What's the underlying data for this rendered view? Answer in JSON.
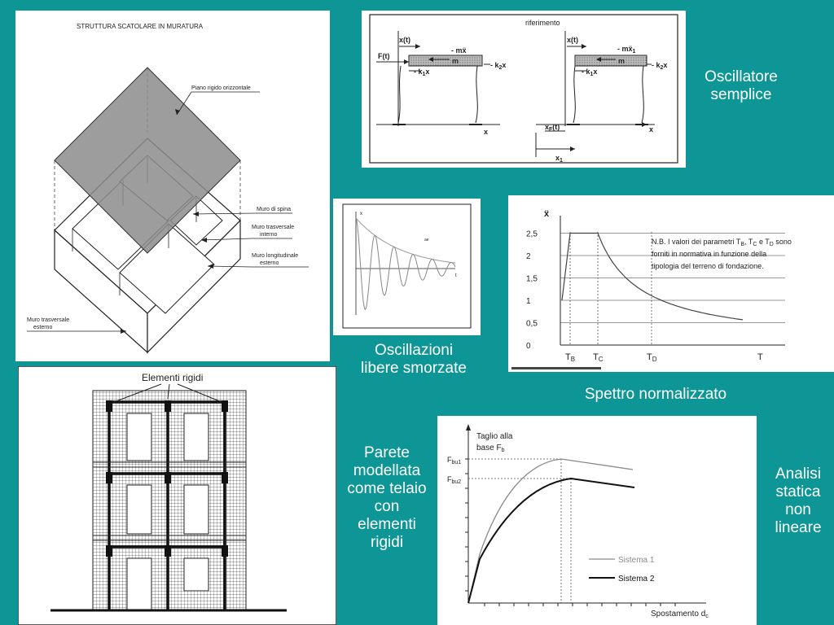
{
  "masonry": {
    "title": "STRUTTURA SCATOLARE IN MURATURA",
    "labels": {
      "plane": "Piano rigido orizzontale",
      "spine": "Muro di spina",
      "trans_int_1": "Muro trasversale",
      "trans_int_2": "interno",
      "long_ext_1": "Muro longitudinale",
      "long_ext_2": "esterno",
      "trans_ext_1": "Muro trasversale",
      "trans_ext_2": "esterno"
    }
  },
  "oscillator": {
    "ref_label": "riferimento",
    "xt": "x(t)",
    "ft": "F(t)",
    "mass": "m",
    "inertia_left": "- mẍ",
    "inertia_right": "- mẍ",
    "inertia_right_sub": "1",
    "k1_label": "- k",
    "k1_sub": "1",
    "k2_label": "- k",
    "k2_sub": "2",
    "x_var": "x",
    "x_axis": "x",
    "xf_label": "x",
    "xf_sub": "F",
    "xf_tail": "(t)",
    "x1_label": "x",
    "x1_sub": "1"
  },
  "captions": {
    "oscillator": [
      "Oscillatore",
      "semplice"
    ],
    "damped": [
      "Oscillazioni",
      "libere smorzate"
    ],
    "spectrum": "Spettro normalizzato",
    "wall": [
      "Parete",
      "modellata",
      "come telaio",
      "con",
      "elementi",
      "rigidi"
    ],
    "pushover": [
      "Analisi",
      "statica",
      "non",
      "lineare"
    ]
  },
  "damped": {
    "y_label": "x",
    "t_label": "t",
    "envelope_label": "ae"
  },
  "spectrum": {
    "y_label": "ẍ",
    "y_ticks": [
      "2,5",
      "2",
      "1,5",
      "1",
      "0,5",
      "0"
    ],
    "x_ticks": [
      {
        "main": "T",
        "sub": "B"
      },
      {
        "main": "T",
        "sub": "C"
      },
      {
        "main": "T",
        "sub": "D"
      },
      {
        "main": "T",
        "sub": ""
      }
    ],
    "note": [
      "N.B. I valori dei parametri T",
      "B",
      ", T",
      "C",
      " e T",
      "D",
      " sono",
      "forniti  in  normativa  in funzione della",
      "tipologia del terreno di fondazione."
    ]
  },
  "wall_frame": {
    "title": "Elementi rigidi"
  },
  "pushover": {
    "y_title_1": "Taglio alla",
    "y_title_2": "base  F",
    "y_title_sub": "b",
    "fbu1_main": "F",
    "fbu1_sub": "bu1",
    "fbu2_main": "F",
    "fbu2_sub": "bu2",
    "x_title": "Spostamento d",
    "x_title_sub": "c",
    "legend_1": "Sistema 1",
    "legend_2": "Sistema 2",
    "color_1": "#8a8a8a",
    "color_2": "#111111"
  }
}
